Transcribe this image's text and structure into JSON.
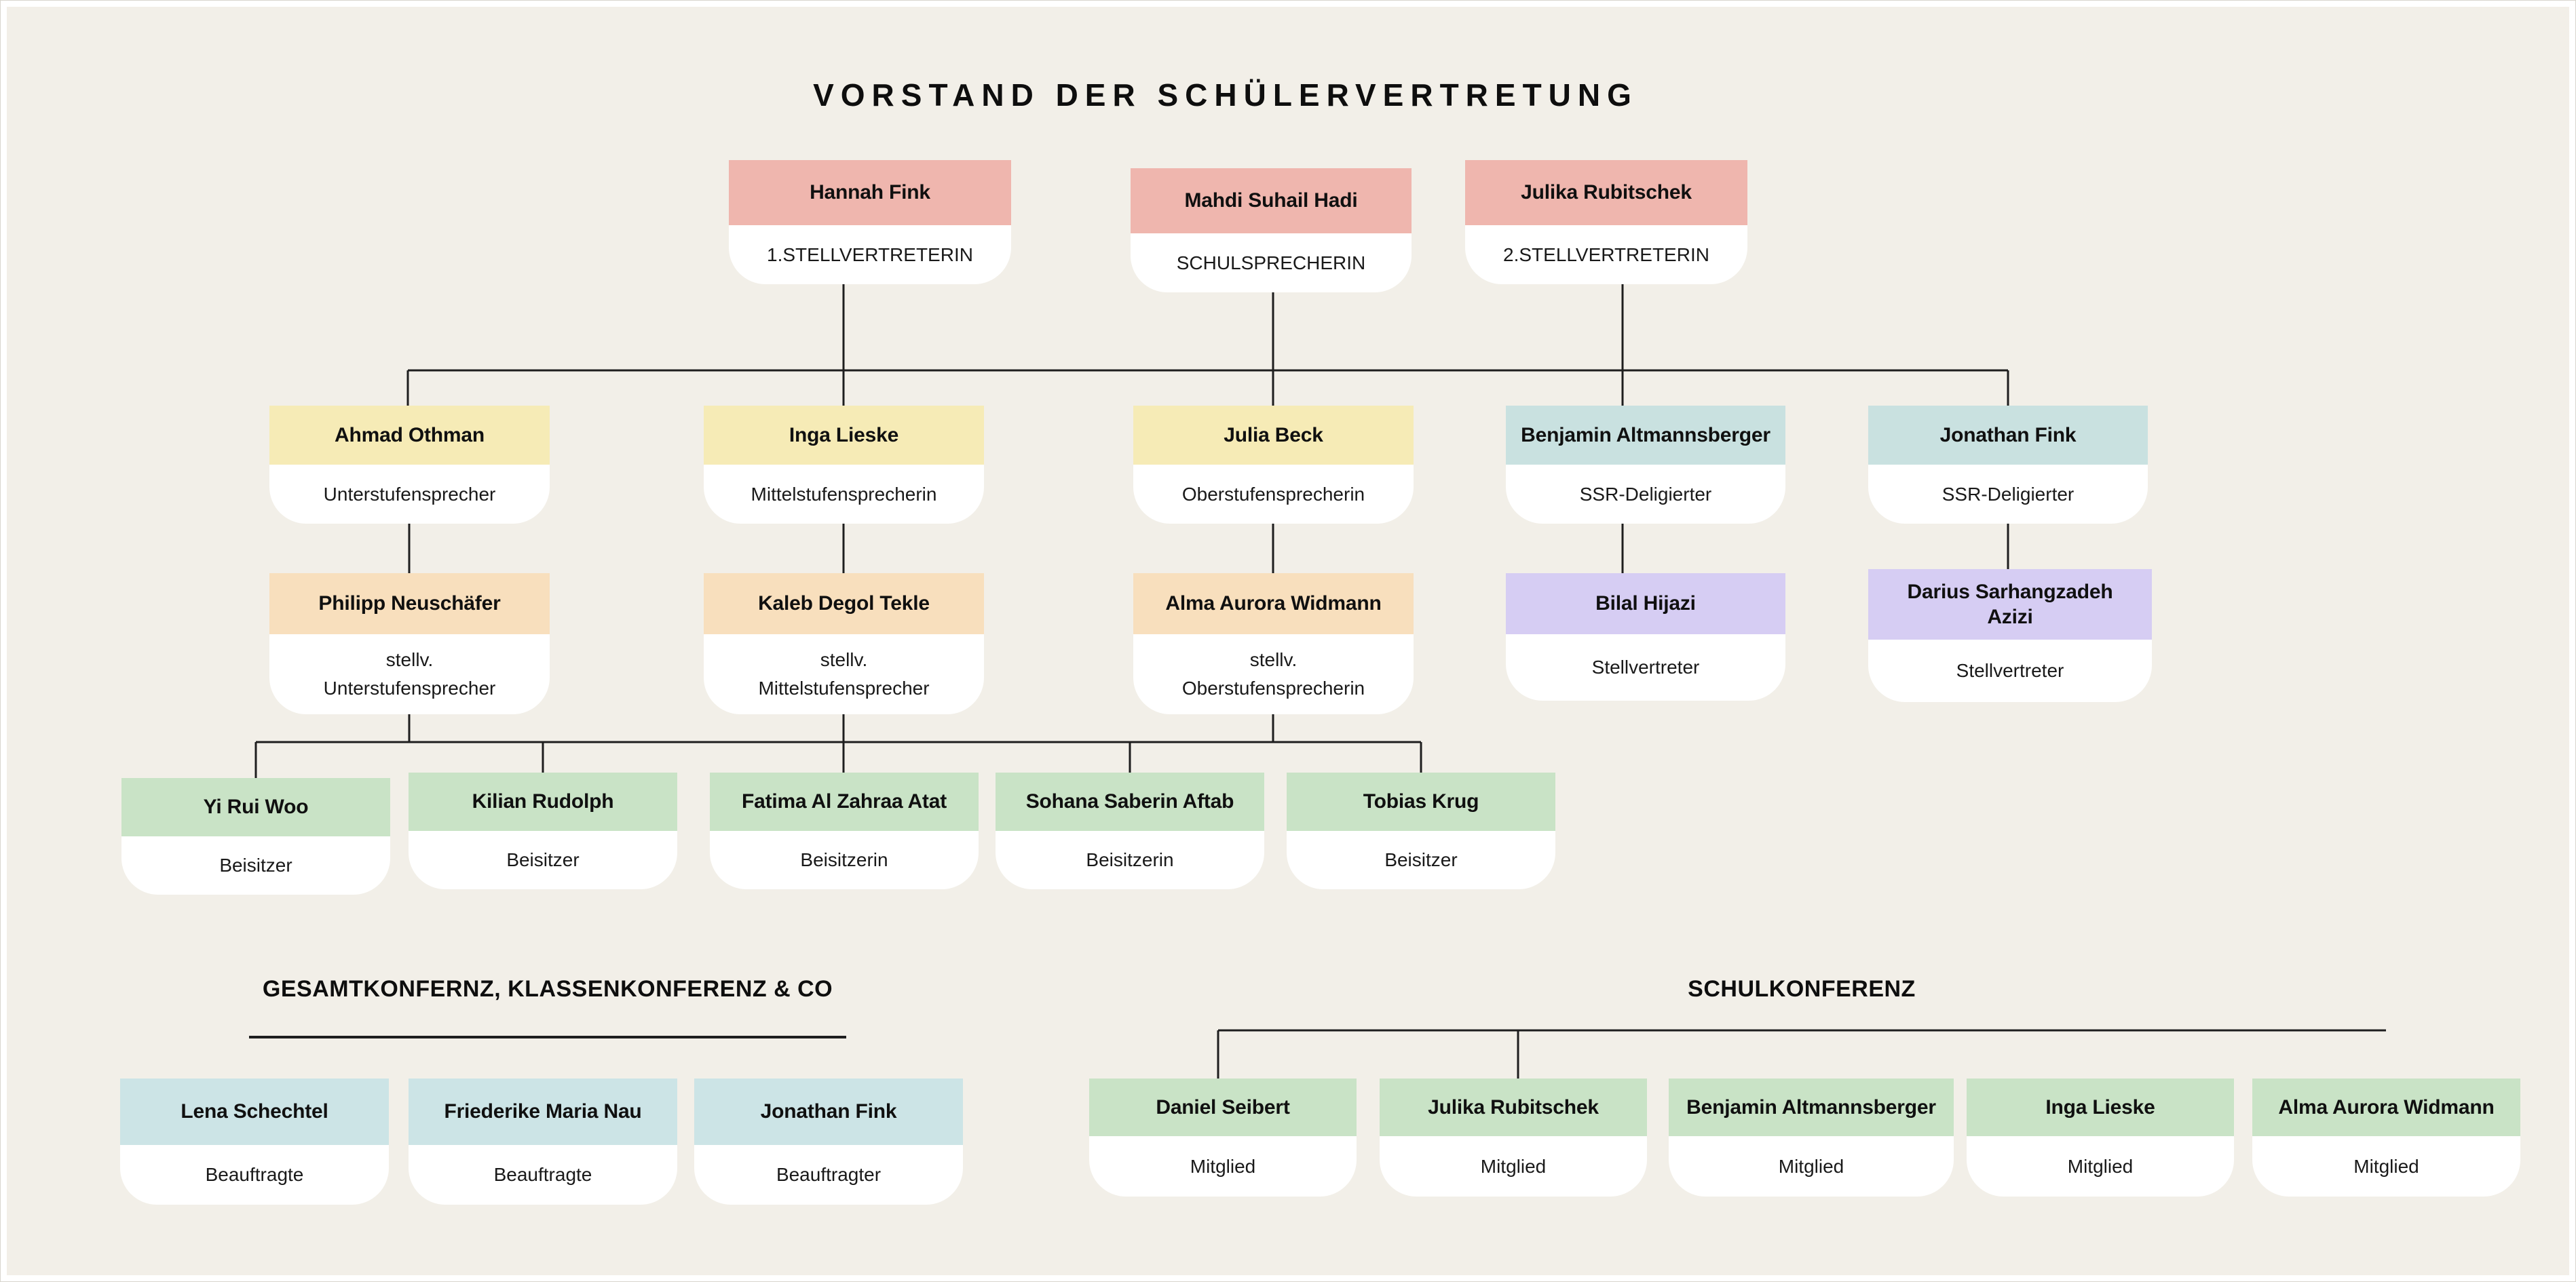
{
  "title": "VORSTAND DER SCHÜLERVERTRETUNG",
  "colors": {
    "background": "#f2efe8",
    "frame": "#ffffff",
    "pink": "#efb6ae",
    "yellow": "#f6ebb6",
    "teal": "#c9e1e0",
    "peach": "#f8dfbd",
    "purple": "#d6cdf3",
    "green": "#c9e3c6",
    "lightblue": "#cce4e6",
    "line": "#1e1e1e",
    "text": "#101010"
  },
  "org": {
    "level1": [
      {
        "name": "Hannah Fink",
        "role": "1.STELLVERTRETERIN"
      },
      {
        "name": "Mahdi Suhail Hadi",
        "role": "SCHULSPRECHERIN"
      },
      {
        "name": "Julika Rubitschek",
        "role": "2.STELLVERTRETERIN"
      }
    ],
    "level2": [
      {
        "name": "Ahmad Othman",
        "role": "Unterstufensprecher"
      },
      {
        "name": "Inga Lieske",
        "role": "Mittelstufensprecherin"
      },
      {
        "name": "Julia Beck",
        "role": "Oberstufensprecherin"
      },
      {
        "name": "Benjamin Altmannsberger",
        "role": "SSR-Deligierter"
      },
      {
        "name": "Jonathan Fink",
        "role": "SSR-Deligierter"
      }
    ],
    "level3": [
      {
        "name": "Philipp Neuschäfer",
        "role": "stellv.\nUnterstufensprecher"
      },
      {
        "name": "Kaleb Degol Tekle",
        "role": "stellv.\nMittelstufensprecher"
      },
      {
        "name": "Alma Aurora Widmann",
        "role": "stellv.\nOberstufensprecherin"
      },
      {
        "name": "Bilal Hijazi",
        "role": "Stellvertreter"
      },
      {
        "name": "Darius Sarhangzadeh\nAzizi",
        "role": "Stellvertreter"
      }
    ],
    "level4": [
      {
        "name": "Yi Rui Woo",
        "role": "Beisitzer"
      },
      {
        "name": "Kilian Rudolph",
        "role": "Beisitzer"
      },
      {
        "name": "Fatima Al Zahraa Atat",
        "role": "Beisitzerin"
      },
      {
        "name": "Sohana Saberin Aftab",
        "role": "Beisitzerin"
      },
      {
        "name": "Tobias Krug",
        "role": "Beisitzer"
      }
    ]
  },
  "sections": {
    "left": {
      "heading": "GESAMTKONFERNZ, KLASSENKONFERENZ & CO",
      "members": [
        {
          "name": "Lena Schechtel",
          "role": "Beauftragte"
        },
        {
          "name": "Friederike Maria Nau",
          "role": "Beauftragte"
        },
        {
          "name": "Jonathan Fink",
          "role": "Beauftragter"
        }
      ]
    },
    "right": {
      "heading": "SCHULKONFERENZ",
      "members": [
        {
          "name": "Daniel Seibert",
          "role": "Mitglied"
        },
        {
          "name": "Julika Rubitschek",
          "role": "Mitglied"
        },
        {
          "name": "Benjamin Altmannsberger",
          "role": "Mitglied"
        },
        {
          "name": "Inga Lieske",
          "role": "Mitglied"
        },
        {
          "name": "Alma Aurora Widmann",
          "role": "Mitglied"
        }
      ]
    }
  }
}
